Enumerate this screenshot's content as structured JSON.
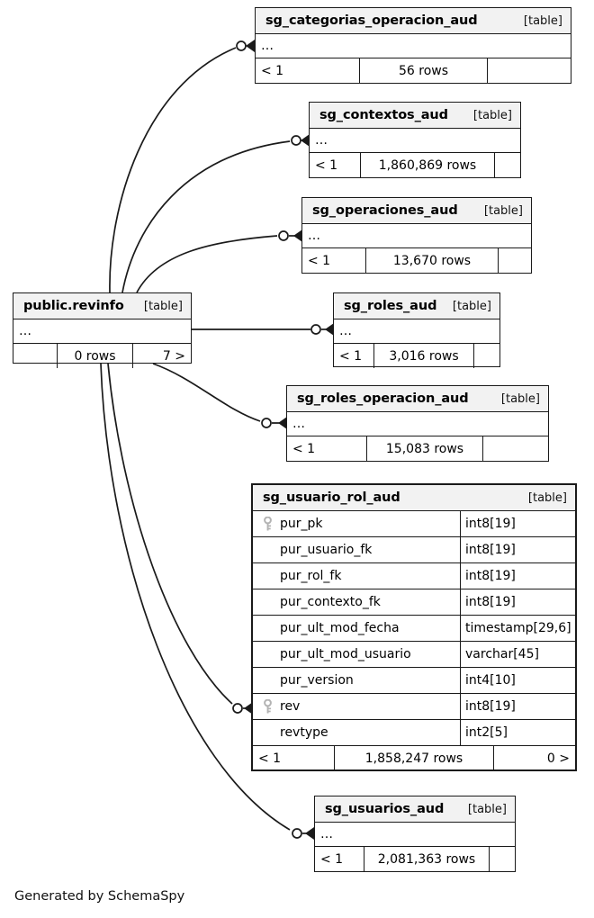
{
  "diagram": {
    "generator_note": "Generated by SchemaSpy",
    "table_tag": "[table]",
    "ellipsis": "…"
  },
  "central_table": {
    "name": "public.revinfo",
    "tag": "[table]",
    "ellipsis": "…",
    "footer": {
      "left": "",
      "middle": "0 rows",
      "right": "7 >"
    }
  },
  "tables": [
    {
      "id": "sg_categorias_operacion_aud",
      "name": "sg_categorias_operacion_aud",
      "tag": "[table]",
      "ellipsis": "…",
      "footer": {
        "left": "< 1",
        "middle": "56 rows",
        "right": ""
      }
    },
    {
      "id": "sg_contextos_aud",
      "name": "sg_contextos_aud",
      "tag": "[table]",
      "ellipsis": "…",
      "footer": {
        "left": "< 1",
        "middle": "1,860,869 rows",
        "right": ""
      }
    },
    {
      "id": "sg_operaciones_aud",
      "name": "sg_operaciones_aud",
      "tag": "[table]",
      "ellipsis": "…",
      "footer": {
        "left": "< 1",
        "middle": "13,670 rows",
        "right": ""
      }
    },
    {
      "id": "sg_roles_aud",
      "name": "sg_roles_aud",
      "tag": "[table]",
      "ellipsis": "…",
      "footer": {
        "left": "< 1",
        "middle": "3,016 rows",
        "right": ""
      }
    },
    {
      "id": "sg_roles_operacion_aud",
      "name": "sg_roles_operacion_aud",
      "tag": "[table]",
      "ellipsis": "…",
      "footer": {
        "left": "< 1",
        "middle": "15,083 rows",
        "right": ""
      }
    },
    {
      "id": "sg_usuarios_aud",
      "name": "sg_usuarios_aud",
      "tag": "[table]",
      "ellipsis": "…",
      "footer": {
        "left": "< 1",
        "middle": "2,081,363 rows",
        "right": ""
      }
    }
  ],
  "detailed_table": {
    "id": "sg_usuario_rol_aud",
    "name": "sg_usuario_rol_aud",
    "tag": "[table]",
    "columns": [
      {
        "name": "pur_pk",
        "type": "int8[19]",
        "key": true
      },
      {
        "name": "pur_usuario_fk",
        "type": "int8[19]",
        "key": false
      },
      {
        "name": "pur_rol_fk",
        "type": "int8[19]",
        "key": false
      },
      {
        "name": "pur_contexto_fk",
        "type": "int8[19]",
        "key": false
      },
      {
        "name": "pur_ult_mod_fecha",
        "type": "timestamp[29,6]",
        "key": false
      },
      {
        "name": "pur_ult_mod_usuario",
        "type": "varchar[45]",
        "key": false
      },
      {
        "name": "pur_version",
        "type": "int4[10]",
        "key": false
      },
      {
        "name": "rev",
        "type": "int8[19]",
        "key": true
      },
      {
        "name": "revtype",
        "type": "int2[5]",
        "key": false
      }
    ],
    "footer": {
      "left": "< 1",
      "middle": "1,858,247 rows",
      "right": "0 >"
    }
  },
  "colors": {
    "line": "#1a1a1a",
    "header_bg": "#f2f2f2",
    "key_icon": "#b3b3b3",
    "page_bg": "#ffffff"
  },
  "relationships": [
    {
      "from": "public.revinfo",
      "to": "sg_categorias_operacion_aud"
    },
    {
      "from": "public.revinfo",
      "to": "sg_contextos_aud"
    },
    {
      "from": "public.revinfo",
      "to": "sg_operaciones_aud"
    },
    {
      "from": "public.revinfo",
      "to": "sg_roles_aud"
    },
    {
      "from": "public.revinfo",
      "to": "sg_roles_operacion_aud"
    },
    {
      "from": "public.revinfo",
      "to": "sg_usuario_rol_aud"
    },
    {
      "from": "public.revinfo",
      "to": "sg_usuarios_aud"
    }
  ]
}
